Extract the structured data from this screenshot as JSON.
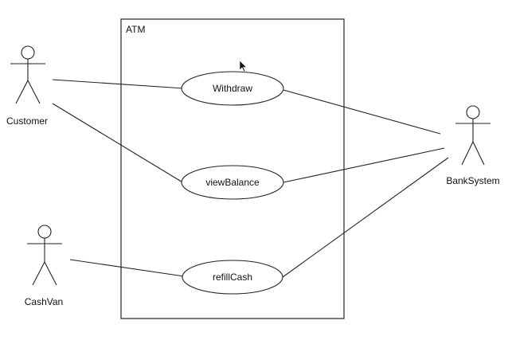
{
  "system": {
    "title": "ATM"
  },
  "actors": {
    "customer": "Customer",
    "cashvan": "CashVan",
    "banksystem": "BankSystem"
  },
  "usecases": {
    "withdraw": "Withdraw",
    "viewbalance": "viewBalance",
    "refillcash": "refillCash"
  },
  "associations": [
    {
      "from": "Customer",
      "to": "Withdraw"
    },
    {
      "from": "Customer",
      "to": "viewBalance"
    },
    {
      "from": "CashVan",
      "to": "refillCash"
    },
    {
      "from": "Withdraw",
      "to": "BankSystem"
    },
    {
      "from": "viewBalance",
      "to": "BankSystem"
    },
    {
      "from": "refillCash",
      "to": "BankSystem"
    }
  ]
}
